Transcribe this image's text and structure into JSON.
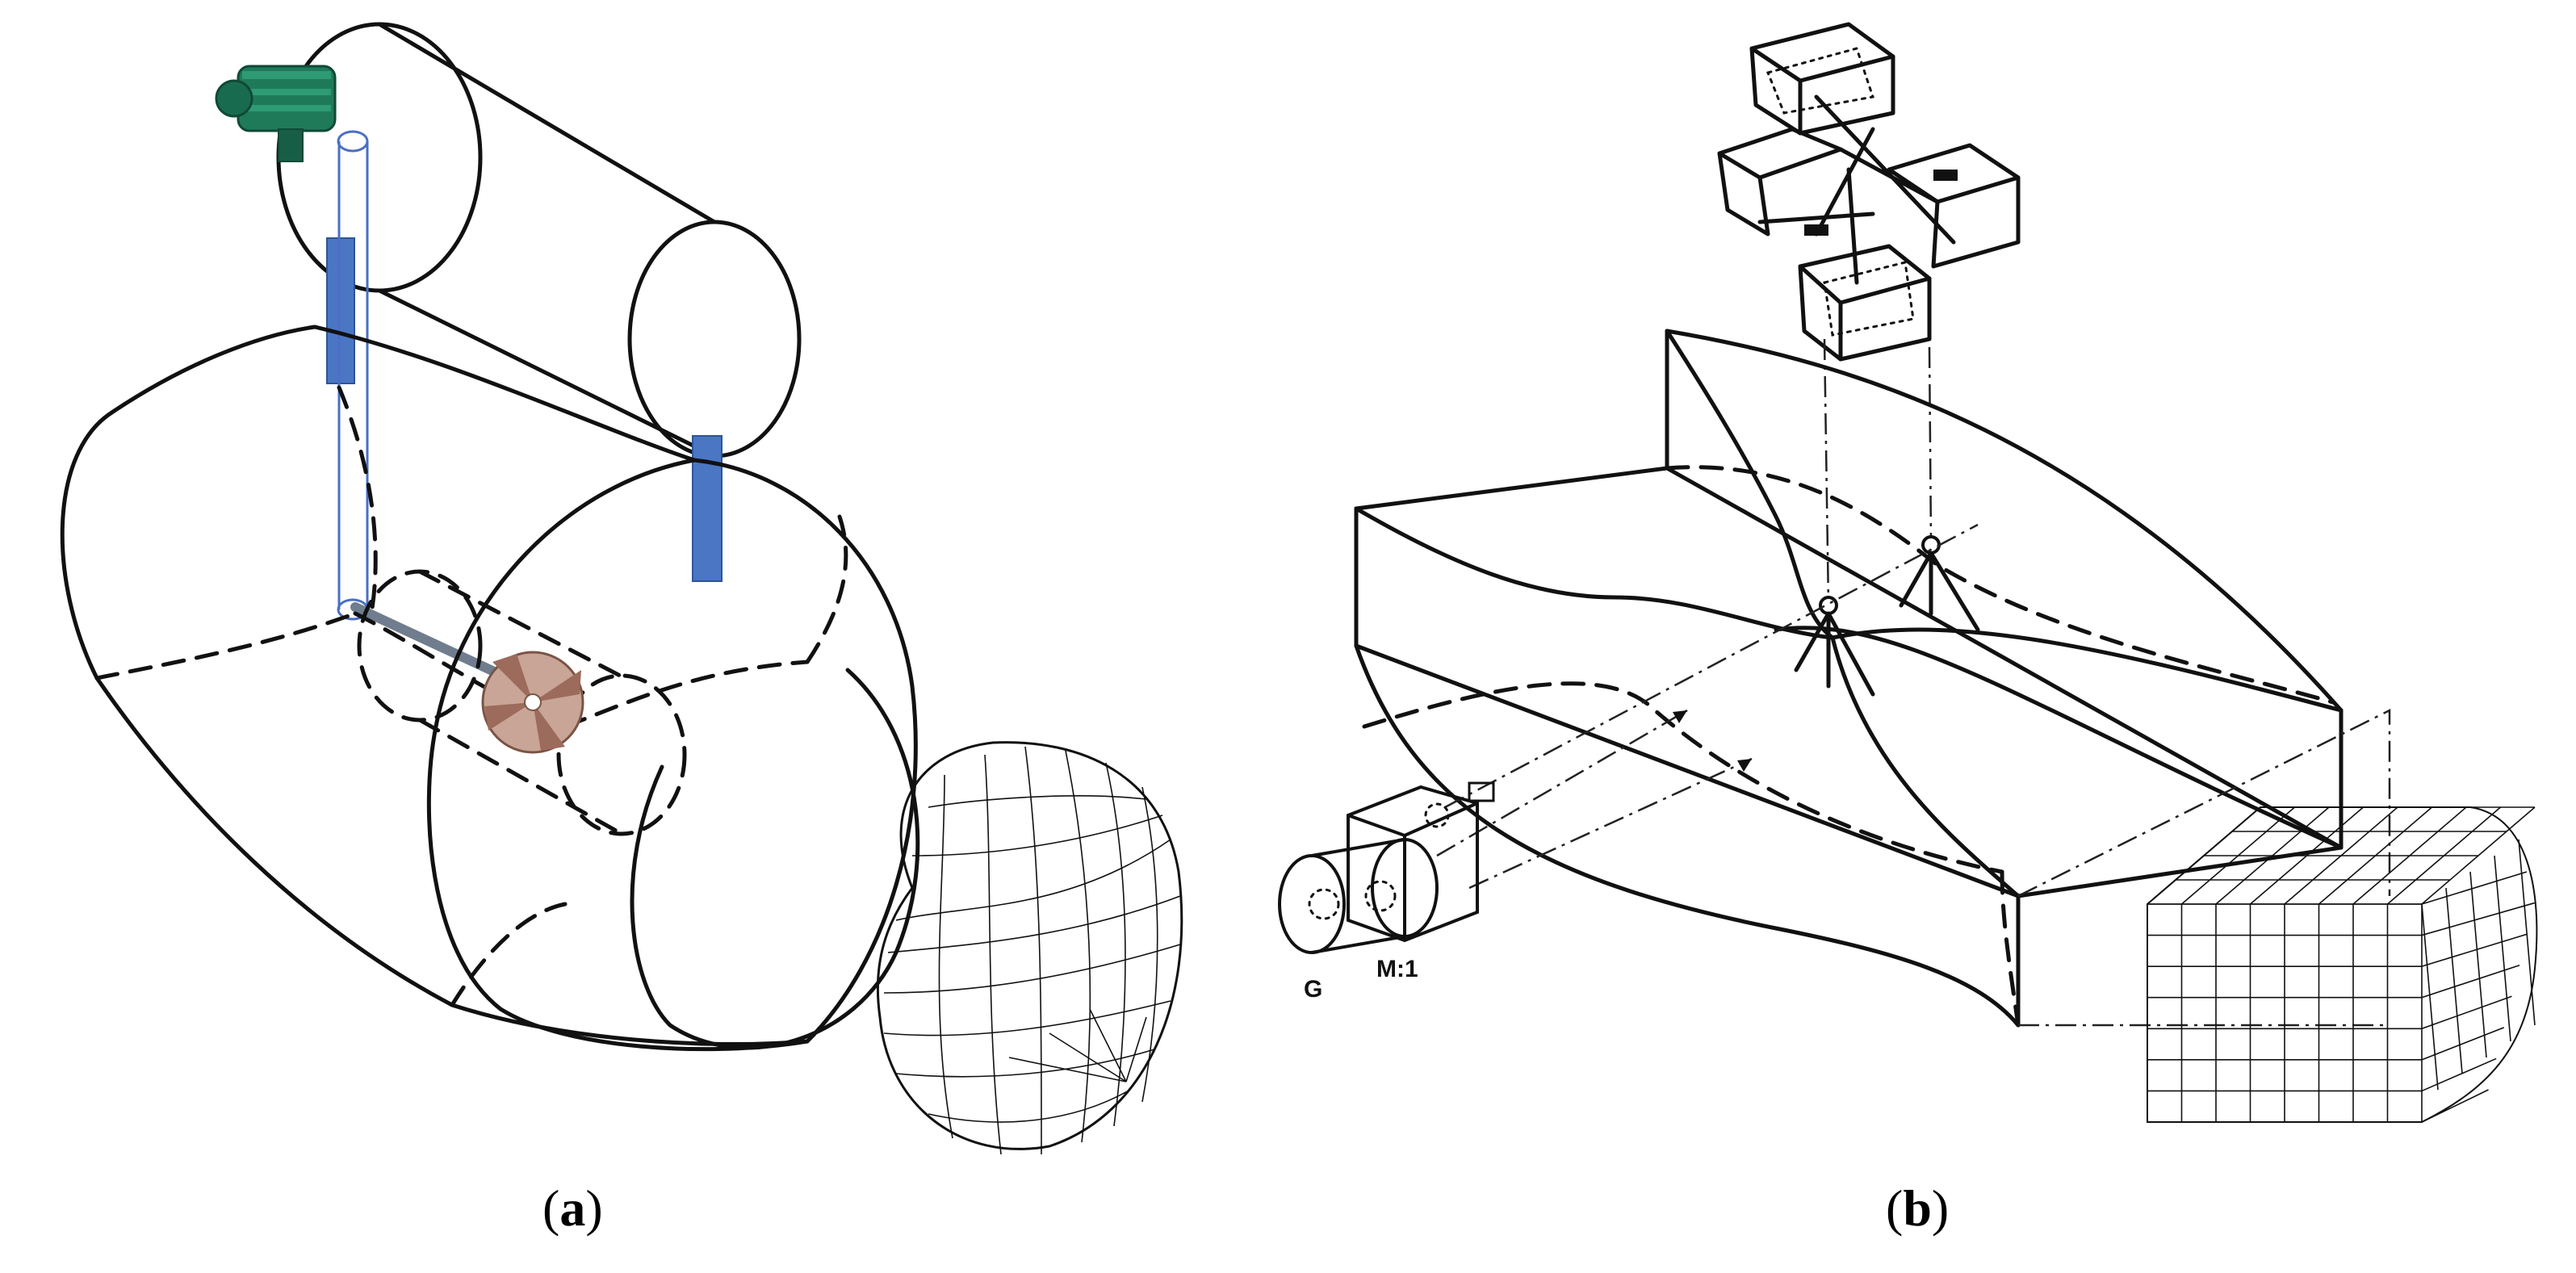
{
  "panels": [
    {
      "id": "a",
      "caption_open": "(",
      "caption_letter": "a",
      "caption_close": ")"
    },
    {
      "id": "b",
      "caption_open": "(",
      "caption_letter": "b",
      "caption_close": ")"
    }
  ],
  "labels": {
    "generator": "G",
    "gearbox": "M:1"
  },
  "colors": {
    "line": "#111111",
    "post_blue": "#4a76c4",
    "motor_green": "#1f7a5a",
    "propeller": "#b88a78"
  },
  "icons": [
    "motor-icon",
    "propeller-icon",
    "generator-icon",
    "gearbox-icon",
    "turbine-icon"
  ]
}
